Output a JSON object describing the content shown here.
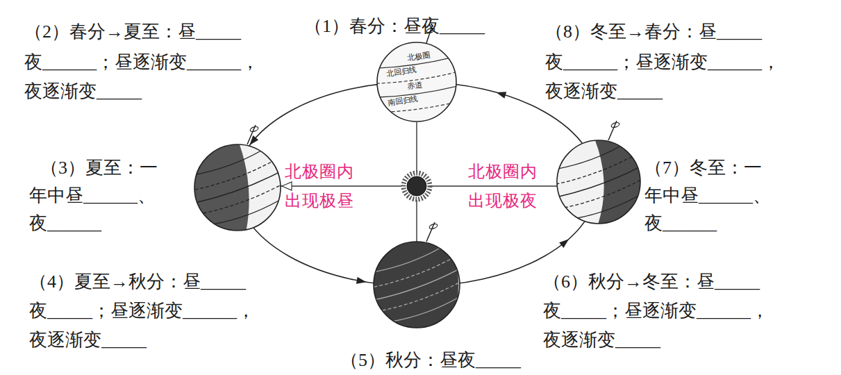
{
  "diagram": {
    "nodes": [
      {
        "text": [
          "北极圈",
          "北回归线",
          "赤道",
          "南回归线"
        ]
      }
    ],
    "labels": [
      "（1）春分：昼夜_____",
      "（2）春分→夏至：昼_____",
      "夜______；昼逐渐变______，",
      "夜逐渐变_____",
      "（8）冬至→春分：昼_____",
      "夜______；昼逐渐变______，",
      "夜逐渐变_____",
      "（3）夏至：一",
      "年中昼______、",
      "夜______",
      "北极圈内",
      "出现极昼",
      "北极圈内",
      "出现极夜",
      "（7）冬至：一",
      "年中昼______、",
      "夜______",
      "（4）夏至→秋分：昼_____",
      "夜_____；昼逐渐变______，",
      "夜逐渐变_____",
      "（6）秋分→冬至：昼_____",
      "夜_____；昼逐渐变______，",
      "夜逐渐变_____",
      "（5）秋分：昼夜_____"
    ]
  }
}
